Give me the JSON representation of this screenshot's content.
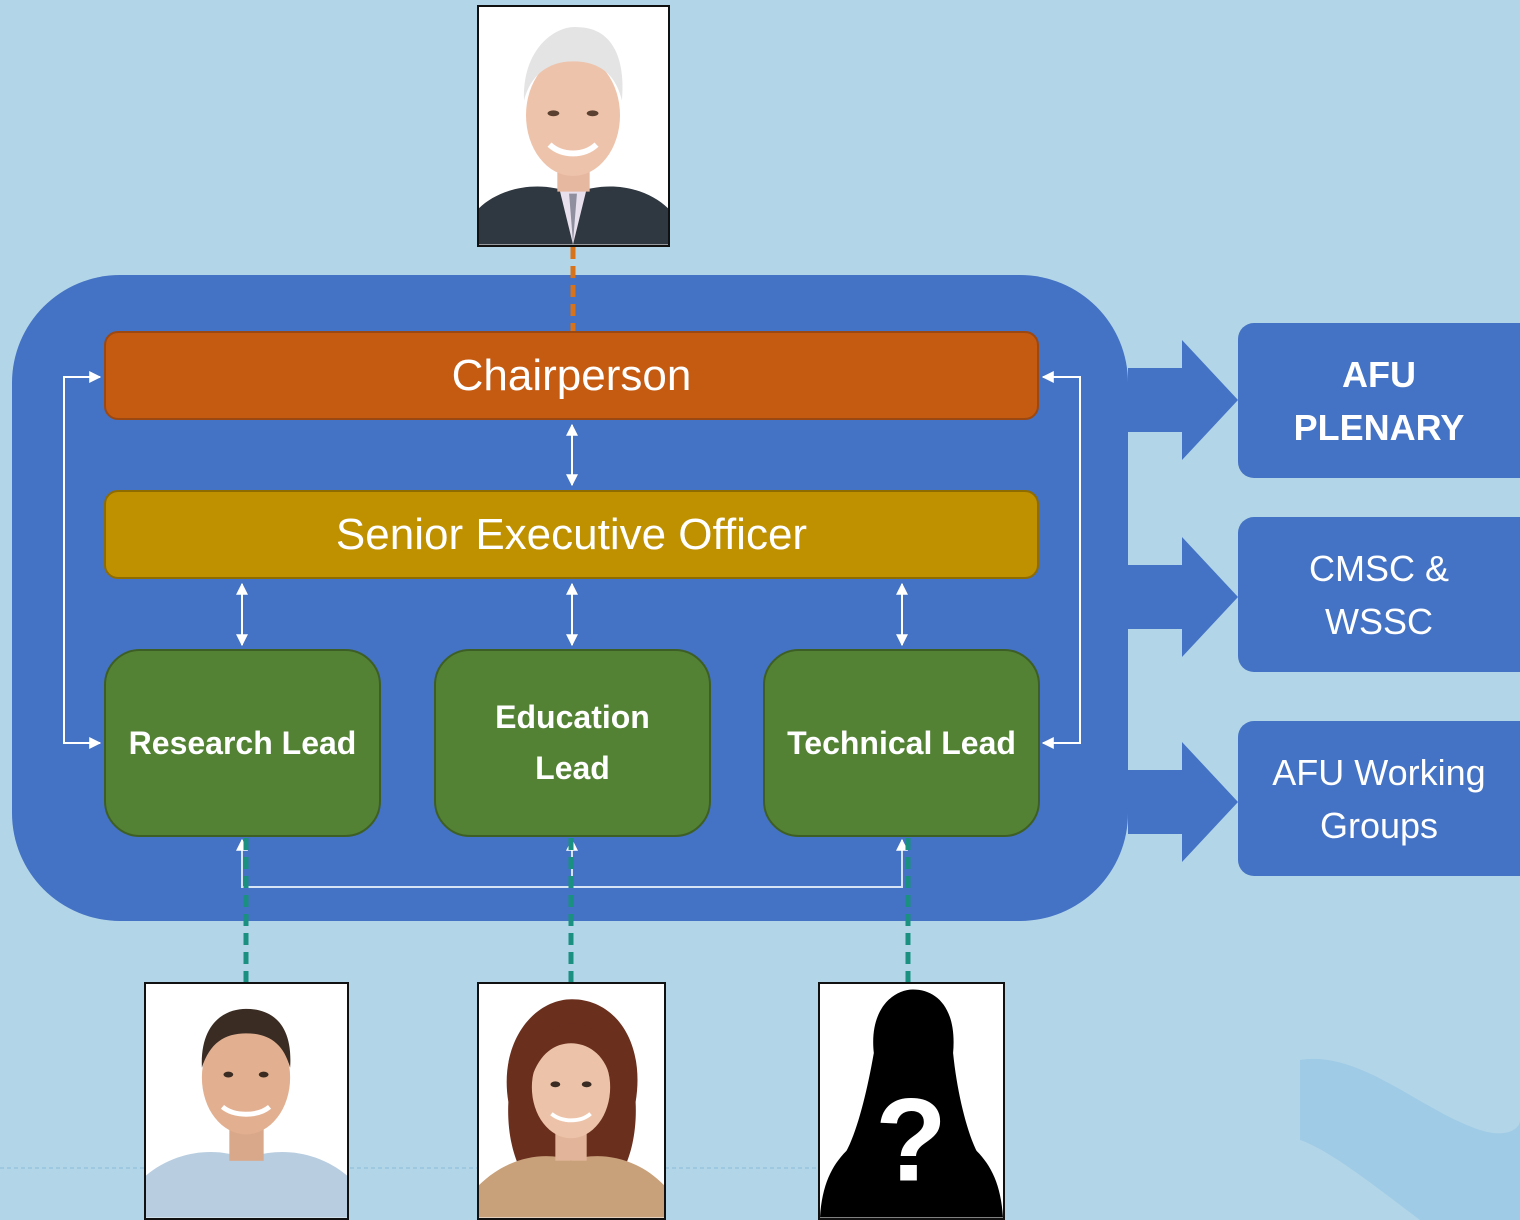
{
  "diagram": {
    "chairperson_label": "Chairperson",
    "seo_label": "Senior Executive Officer",
    "leads": [
      {
        "label": "Research Lead"
      },
      {
        "label": "Education Lead"
      },
      {
        "label": "Technical Lead"
      }
    ],
    "outputs": [
      {
        "label": "AFU PLENARY",
        "bold": true
      },
      {
        "label": "CMSC & WSSC",
        "bold": false
      },
      {
        "label": "AFU Working Groups",
        "bold": false
      }
    ]
  },
  "colors": {
    "background": "#b2d5e8",
    "container": "#4472c4",
    "chairperson": "#c55a11",
    "seo": "#bf9000",
    "lead": "#548235",
    "chair_connector": "#d9731a",
    "lead_connector": "#1a9080"
  },
  "photos": [
    {
      "icon": "chairperson-photo"
    },
    {
      "icon": "research-lead-photo"
    },
    {
      "icon": "education-lead-photo"
    },
    {
      "icon": "technical-lead-unknown-silhouette-icon"
    }
  ]
}
